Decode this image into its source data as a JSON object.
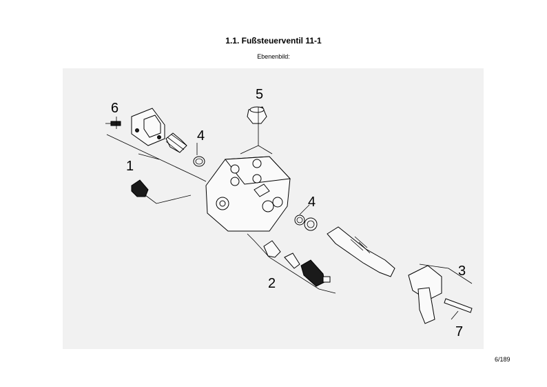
{
  "header": {
    "title": "1.1. Fußsteuerventil 11-1",
    "subtitle": "Ebenenbild:"
  },
  "figure": {
    "callouts": [
      "1",
      "2",
      "3",
      "4",
      "4",
      "5",
      "6",
      "7"
    ]
  },
  "footer": {
    "page_number": "6/189"
  }
}
